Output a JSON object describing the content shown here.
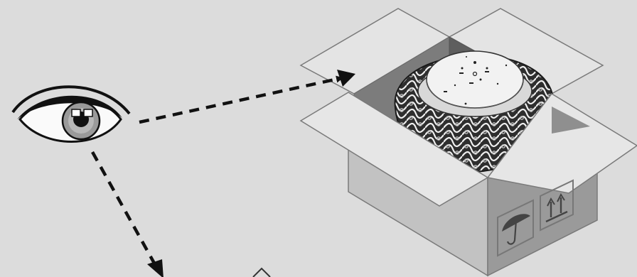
{
  "colors": {
    "background": "#dcdcdc",
    "box_light": "#e4e4e4",
    "box_mid": "#c4c4c4",
    "box_dark": "#9c9c9c",
    "box_interior": "#6e6e6e",
    "outline": "#7a7a7a",
    "object_dark": "#2e2e2e",
    "object_light": "#f2f2f2",
    "arrow": "#111111"
  },
  "elements": {
    "eye": "eye-icon",
    "box": "open-box",
    "object": "mesh-object",
    "umbrella": "umbrella-icon",
    "this_way_up": "this-way-up-icon",
    "arrow_to_box": "dashed-arrow",
    "arrow_down": "dashed-arrow"
  }
}
